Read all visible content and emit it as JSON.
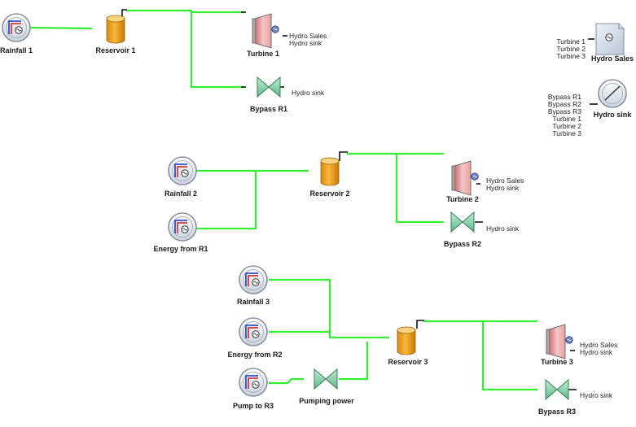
{
  "colors": {
    "wire": "#33ee33",
    "reservoir": "#f0a020",
    "turbine": "#f2b8b8",
    "valve": "#8fd8b0"
  },
  "nodes": {
    "rainfall1": {
      "label": "Rainfall 1",
      "icon": "rainfall-generator-icon"
    },
    "reservoir1": {
      "label": "Reservoir 1",
      "icon": "reservoir-icon"
    },
    "turbine1": {
      "label": "Turbine 1",
      "icon": "turbine-icon",
      "ports": [
        "Hydro Sales",
        "Hydro sink"
      ]
    },
    "bypass_r1": {
      "label": "Bypass R1",
      "icon": "valve-icon",
      "port": "Hydro sink"
    },
    "hydro_sales": {
      "label": "Hydro Sales",
      "icon": "sales-document-icon",
      "inputs": [
        "Turbine 1",
        "Turbine 2",
        "Turbine 3"
      ]
    },
    "hydro_sink": {
      "label": "Hydro sink",
      "icon": "sink-gauge-icon",
      "inputs": [
        "Bypass R1",
        "Bypass R2",
        "Bypass R3",
        "Turbine 1",
        "Turbine 2",
        "Turbine 3"
      ]
    },
    "rainfall2": {
      "label": "Rainfall 2",
      "icon": "rainfall-generator-icon"
    },
    "energy_from_r1": {
      "label": "Energy from R1",
      "icon": "rainfall-generator-icon"
    },
    "reservoir2": {
      "label": "Reservoir 2",
      "icon": "reservoir-icon"
    },
    "turbine2": {
      "label": "Turbine 2",
      "icon": "turbine-icon",
      "ports": [
        "Hydro Sales",
        "Hydro sink"
      ]
    },
    "bypass_r2": {
      "label": "Bypass R2",
      "icon": "valve-icon",
      "port": "Hydro sink"
    },
    "rainfall3": {
      "label": "Rainfall 3",
      "icon": "rainfall-generator-icon"
    },
    "energy_from_r2": {
      "label": "Energy from R2",
      "icon": "rainfall-generator-icon"
    },
    "pump_to_r3": {
      "label": "Pump to R3",
      "icon": "rainfall-generator-icon"
    },
    "pumping_power": {
      "label": "Pumping power",
      "icon": "valve-icon"
    },
    "reservoir3": {
      "label": "Reservoir 3",
      "icon": "reservoir-icon"
    },
    "turbine3": {
      "label": "Turbine 3",
      "icon": "turbine-icon",
      "ports": [
        "Hydro Sales",
        "Hydro sink"
      ]
    },
    "bypass_r3": {
      "label": "Bypass R3",
      "icon": "valve-icon",
      "port": "Hydro sink"
    }
  }
}
